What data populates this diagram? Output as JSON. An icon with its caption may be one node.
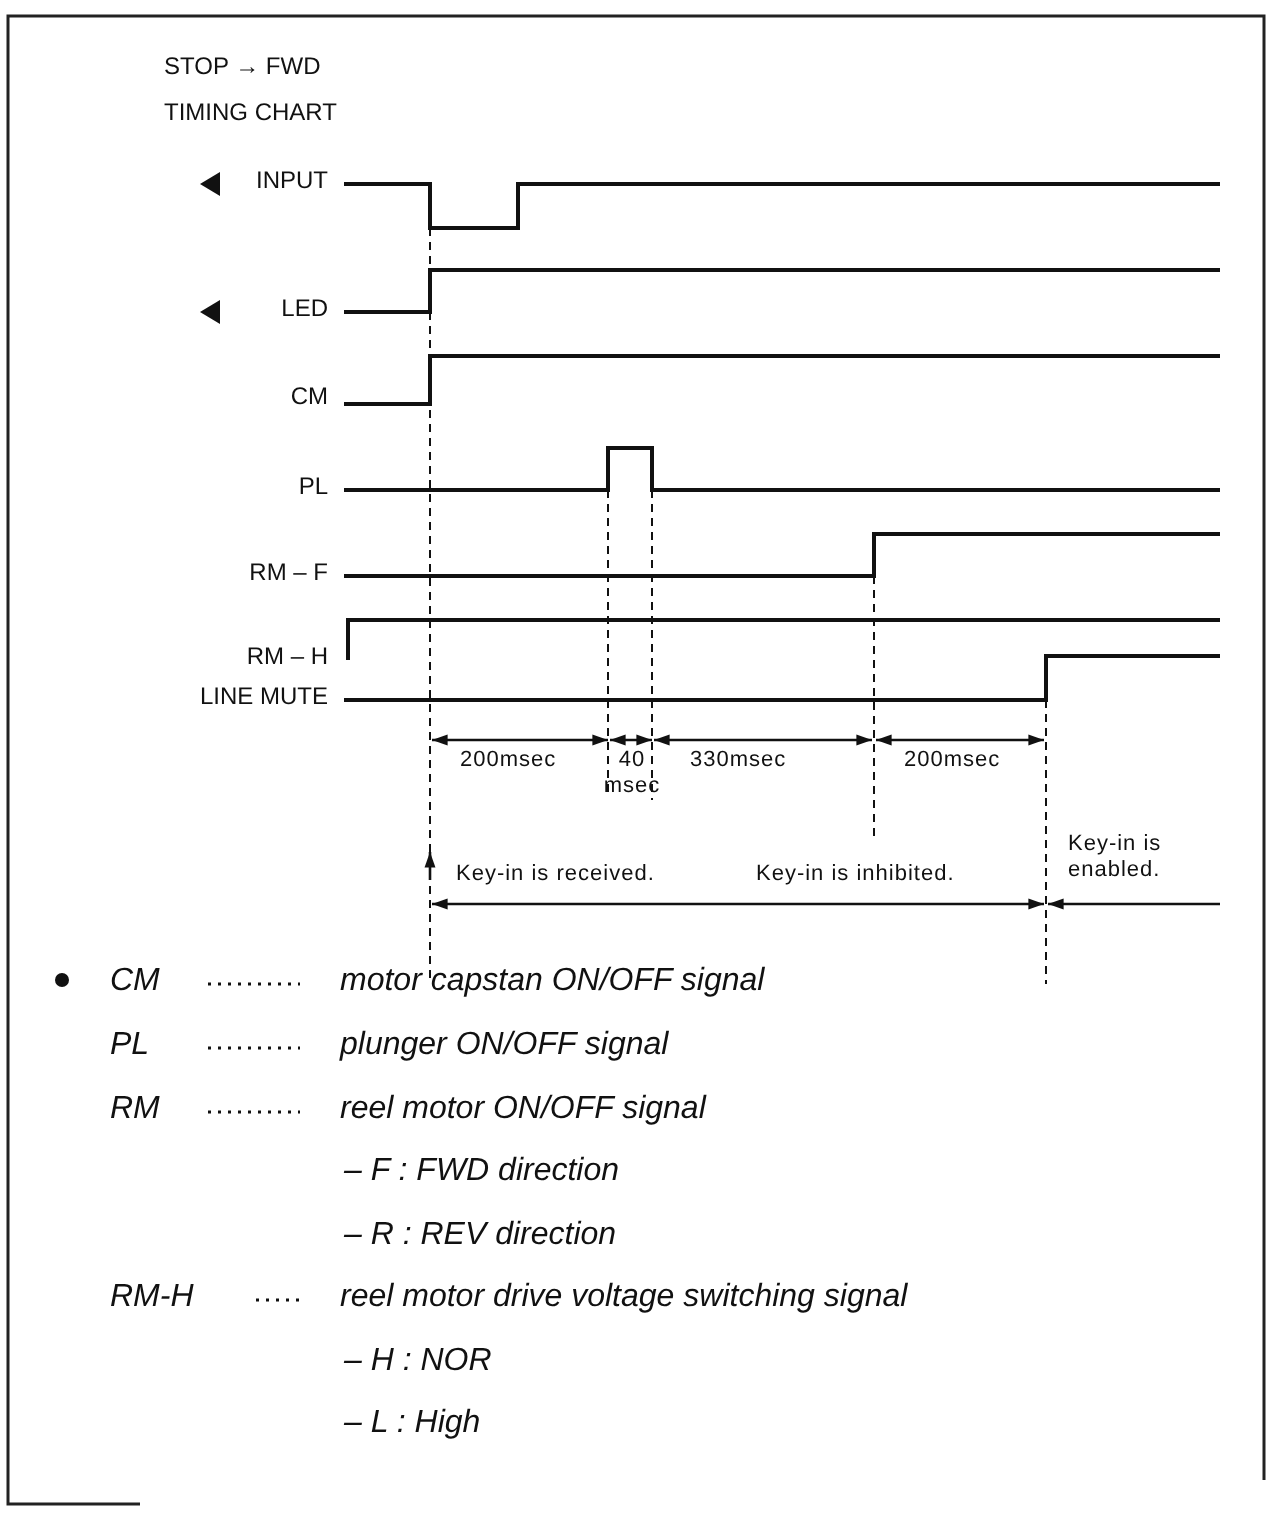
{
  "diagram": {
    "title": "STOP → FWD TIMING CHART",
    "labels": [
      "INPUT",
      "LED",
      "CM",
      "PL",
      "RM – F",
      "RM – H",
      "LINE MUTE",
      "200msec",
      "40 msec",
      "330msec",
      "200msec",
      "Key-in is received.",
      "Key-in is inhibited.",
      "Key-in is enabled.",
      "CM",
      "motor capstan ON/OFF signal",
      "PL",
      "plunger ON/OFF signal",
      "RM",
      "reel motor ON/OFF signal",
      "– F : FWD direction",
      "– R : REV direction",
      "RM-H",
      "reel motor drive voltage switching signal",
      "– H : NOR",
      "– L : High"
    ]
  }
}
